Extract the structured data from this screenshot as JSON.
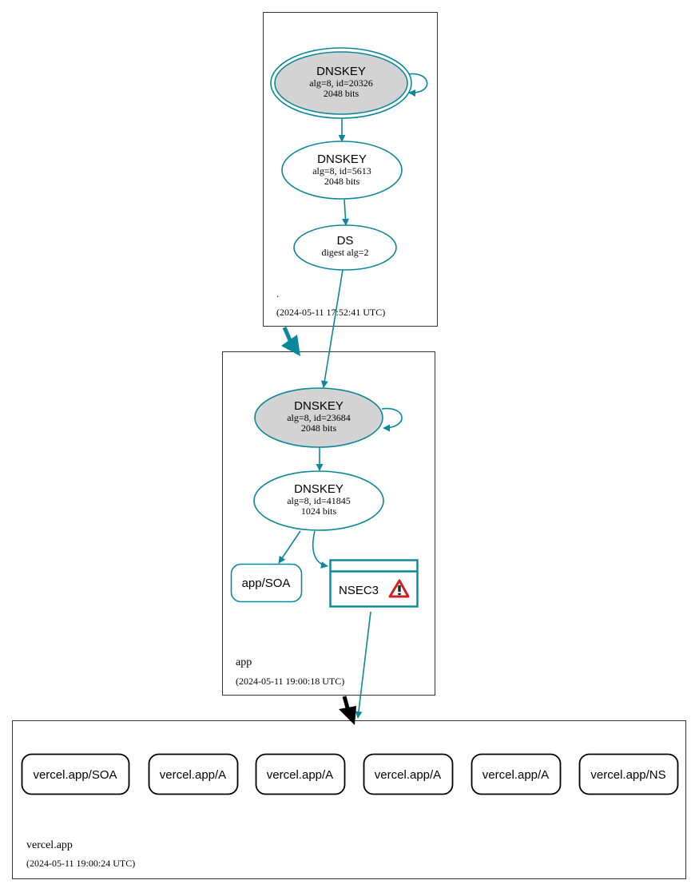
{
  "colors": {
    "edge": "#0a879a",
    "ksk_fill": "#d3d3d3",
    "zone_border": "#333333",
    "black": "#000000",
    "warning_red": "#cc2222"
  },
  "zones": {
    "root": {
      "name": ".",
      "timestamp": "(2024-05-11 17:52:41 UTC)"
    },
    "app": {
      "name": "app",
      "timestamp": "(2024-05-11 19:00:18 UTC)"
    },
    "vercel": {
      "name": "vercel.app",
      "timestamp": "(2024-05-11 19:00:24 UTC)"
    }
  },
  "nodes": {
    "root_ksk": {
      "title": "DNSKEY",
      "line1": "alg=8, id=20326",
      "line2": "2048 bits"
    },
    "root_zsk": {
      "title": "DNSKEY",
      "line1": "alg=8, id=5613",
      "line2": "2048 bits"
    },
    "app_ds": {
      "title": "DS",
      "line1": "digest alg=2"
    },
    "app_ksk": {
      "title": "DNSKEY",
      "line1": "alg=8, id=23684",
      "line2": "2048 bits"
    },
    "app_zsk": {
      "title": "DNSKEY",
      "line1": "alg=8, id=41845",
      "line2": "1024 bits"
    },
    "app_soa": {
      "label": "app/SOA"
    },
    "nsec3": {
      "label": "NSEC3",
      "icon": "warning-icon"
    }
  },
  "records": [
    {
      "label": "vercel.app/SOA"
    },
    {
      "label": "vercel.app/A"
    },
    {
      "label": "vercel.app/A"
    },
    {
      "label": "vercel.app/A"
    },
    {
      "label": "vercel.app/A"
    },
    {
      "label": "vercel.app/NS"
    }
  ]
}
